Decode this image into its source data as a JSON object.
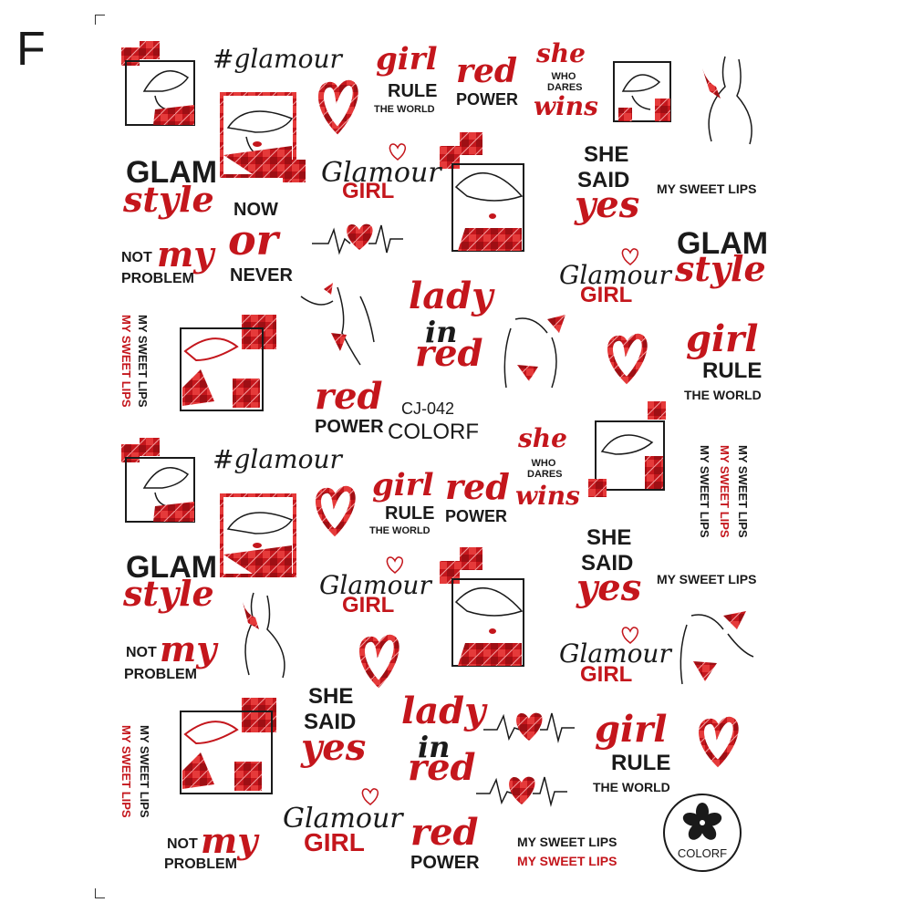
{
  "corner_letter": "F",
  "product_code": "CJ-042",
  "brand": "COLORF",
  "stickers": {
    "glamour_tag": "#glamour",
    "girl": "girl",
    "rule": "RULE",
    "the_world": "THE WORLD",
    "red": "red",
    "power": "POWER",
    "she": "she",
    "who_dares": "WHO DARES",
    "wins": "wins",
    "glam": "GLAM",
    "style": "style",
    "now": "NOW",
    "or": "or",
    "never": "NEVER",
    "not": "NOT",
    "my": "my",
    "problem": "PROBLEM",
    "glamour_script": "Glamour",
    "girl_caps": "GIRL",
    "she_caps": "SHE",
    "said": "SAID",
    "yes": "yes",
    "my_sweet_lips": "MY SWEET LIPS",
    "lady": "lady",
    "in": "in"
  },
  "colors": {
    "accent_red": "#c4161c",
    "ink": "#1a1a1a",
    "background": "#ffffff"
  },
  "icons": [
    "heart-icon",
    "heartbeat-icon",
    "flower-logo-icon",
    "hat-lady-icon",
    "body-outline-icon"
  ]
}
